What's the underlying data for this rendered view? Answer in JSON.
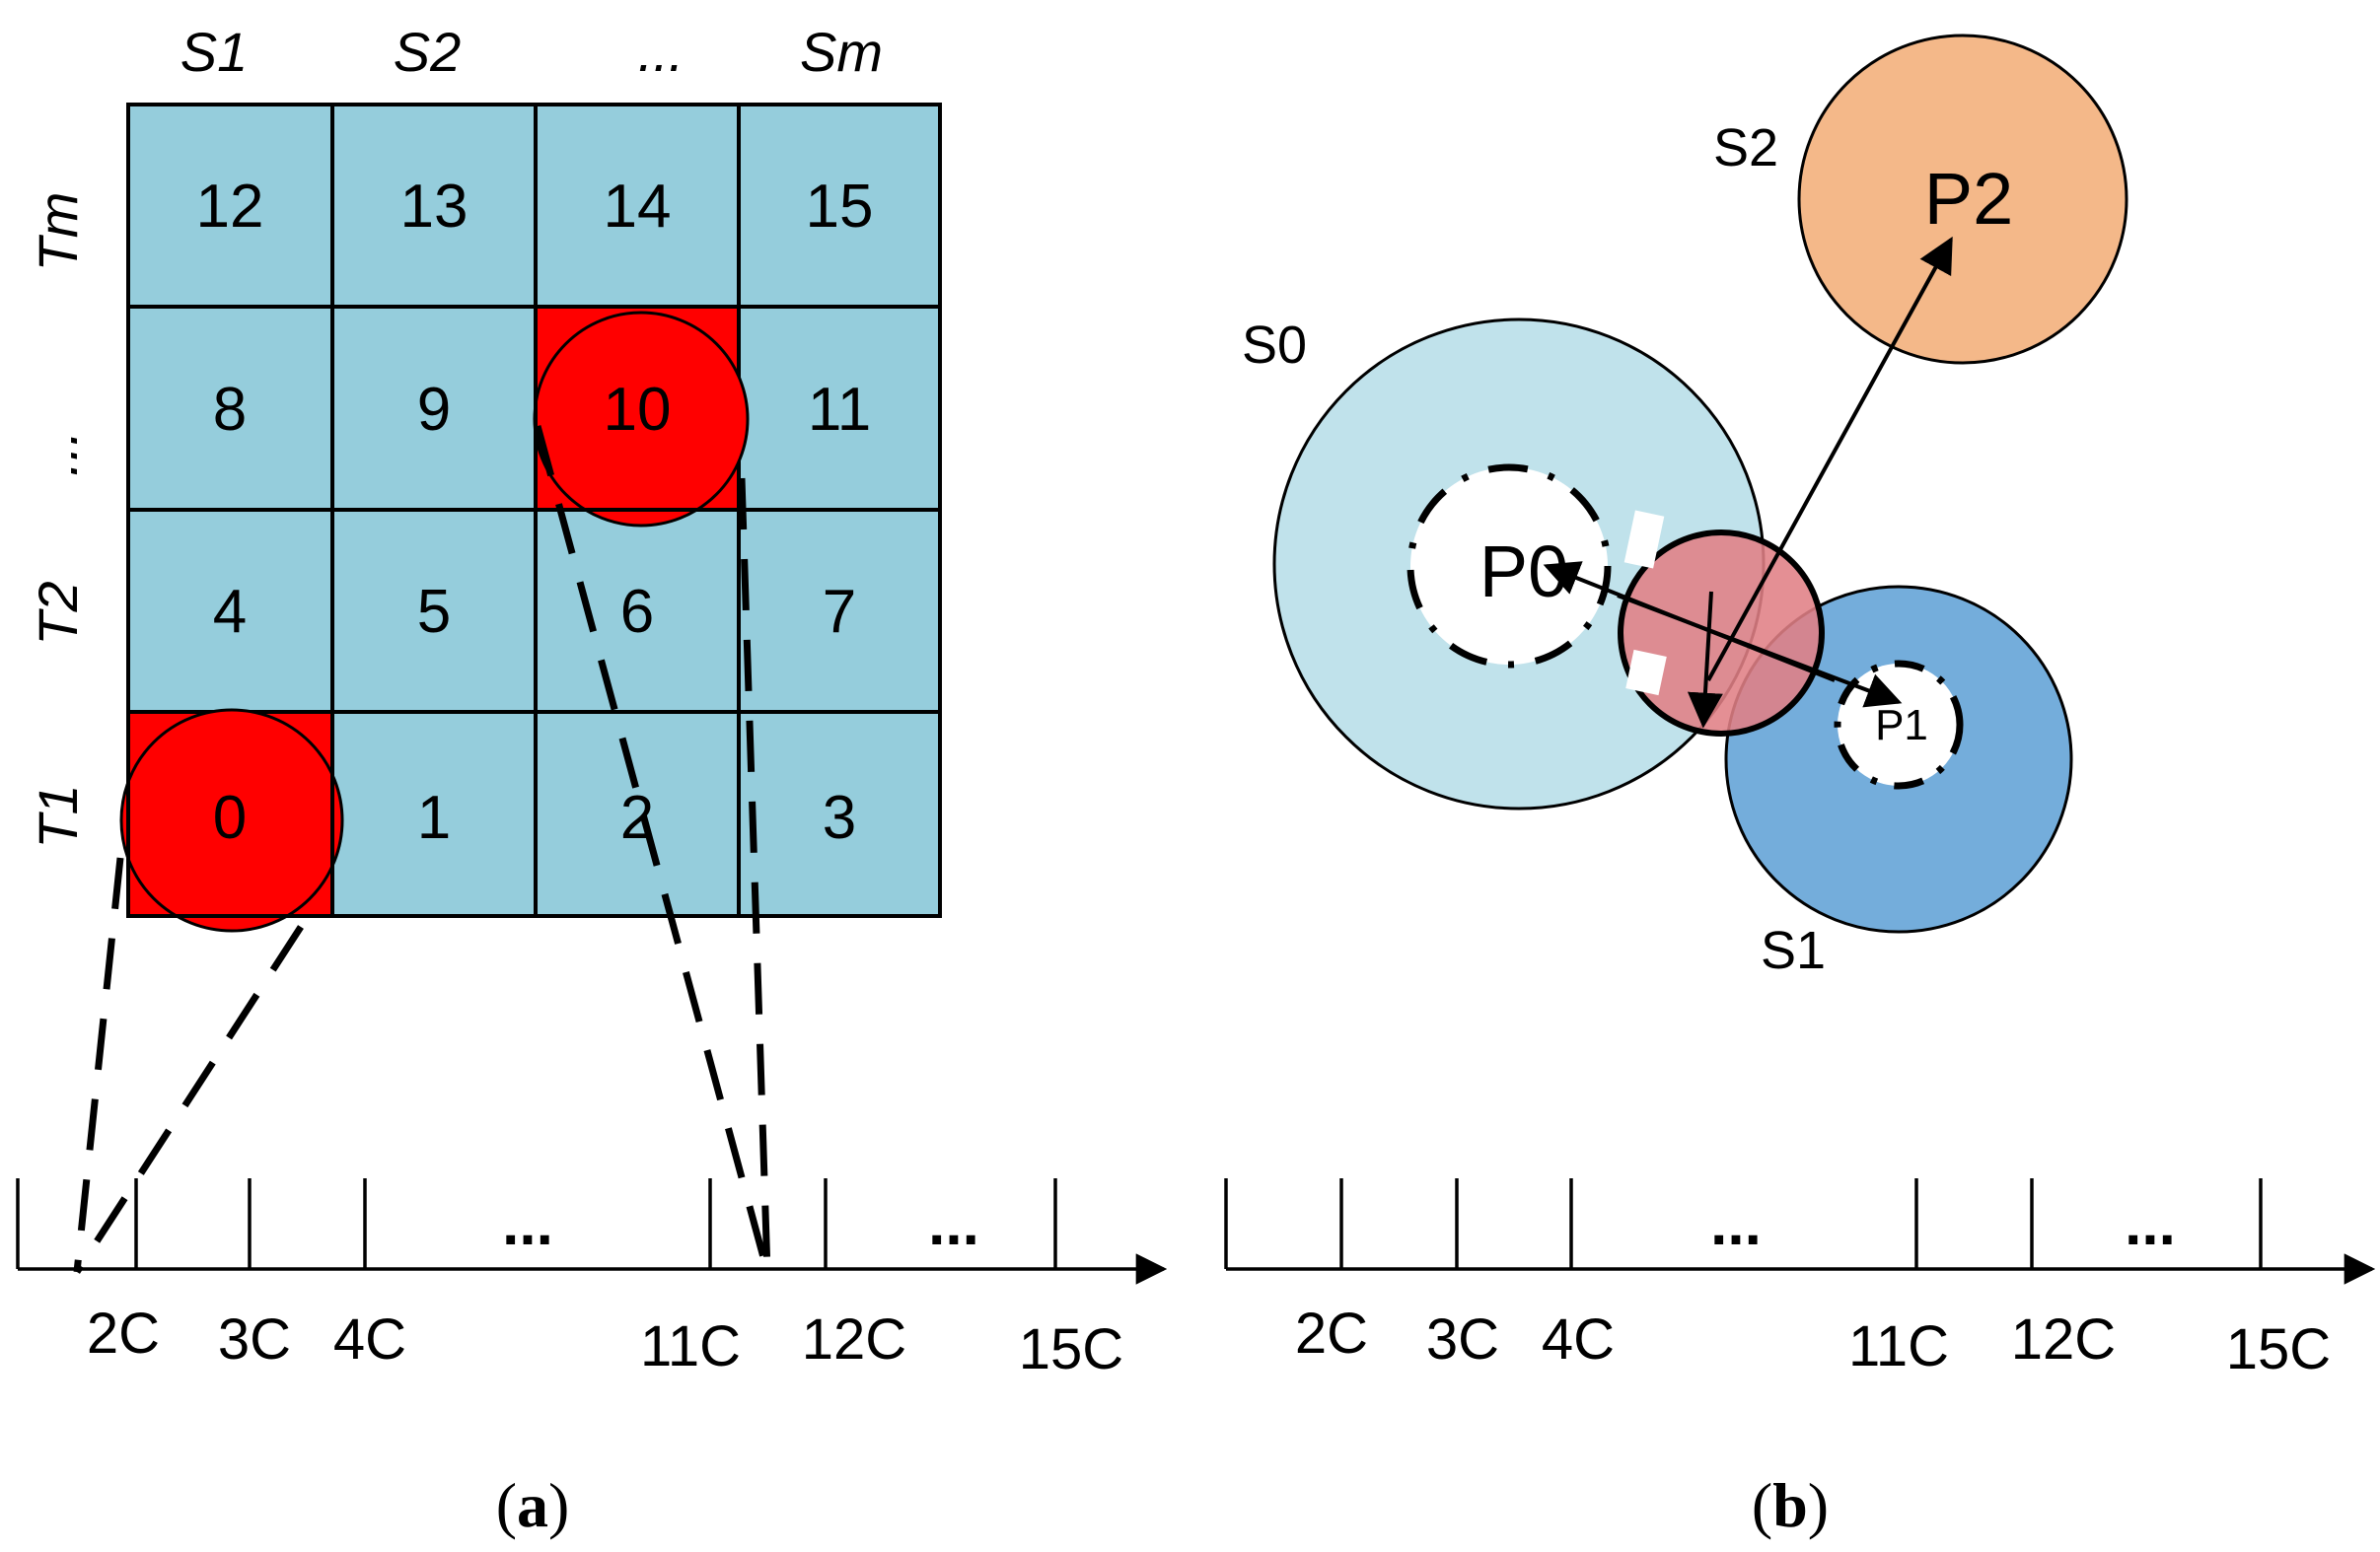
{
  "panel_a": {
    "column_headers": [
      "S1",
      "S2",
      "...",
      "Sm"
    ],
    "row_headers": [
      "Tm",
      "...",
      "T2",
      "T1"
    ],
    "cells": [
      [
        "12",
        "13",
        "14",
        "15"
      ],
      [
        "8",
        "9",
        "10",
        "11"
      ],
      [
        "4",
        "5",
        "6",
        "7"
      ],
      [
        "0",
        "1",
        "2",
        "3"
      ]
    ],
    "highlighted_cells": [
      "0",
      "10"
    ],
    "axis_labels": [
      "2C",
      "3C",
      "4C",
      "11C",
      "12C",
      "15C"
    ],
    "axis_ellipsis": "...",
    "caption_open": "(",
    "caption_letter": "a",
    "caption_close": ")"
  },
  "panel_b": {
    "sphere_labels": {
      "s0": "S0",
      "s1": "S1",
      "s2": "S2"
    },
    "point_labels": {
      "p0": "P0",
      "p1": "P1",
      "p2": "P2"
    },
    "axis_labels": [
      "2C",
      "3C",
      "4C",
      "11C",
      "12C",
      "15C"
    ],
    "axis_ellipsis": "...",
    "caption_open": "(",
    "caption_letter": "b",
    "caption_close": ")"
  },
  "colors": {
    "grid_cell": "#95CDDC",
    "highlight": "#FF0000",
    "s0_fill": "#C0E2EB",
    "s1_fill": "#74ADDB",
    "s2_fill": "#F4B889",
    "overlap_fill": "#E07F85"
  }
}
